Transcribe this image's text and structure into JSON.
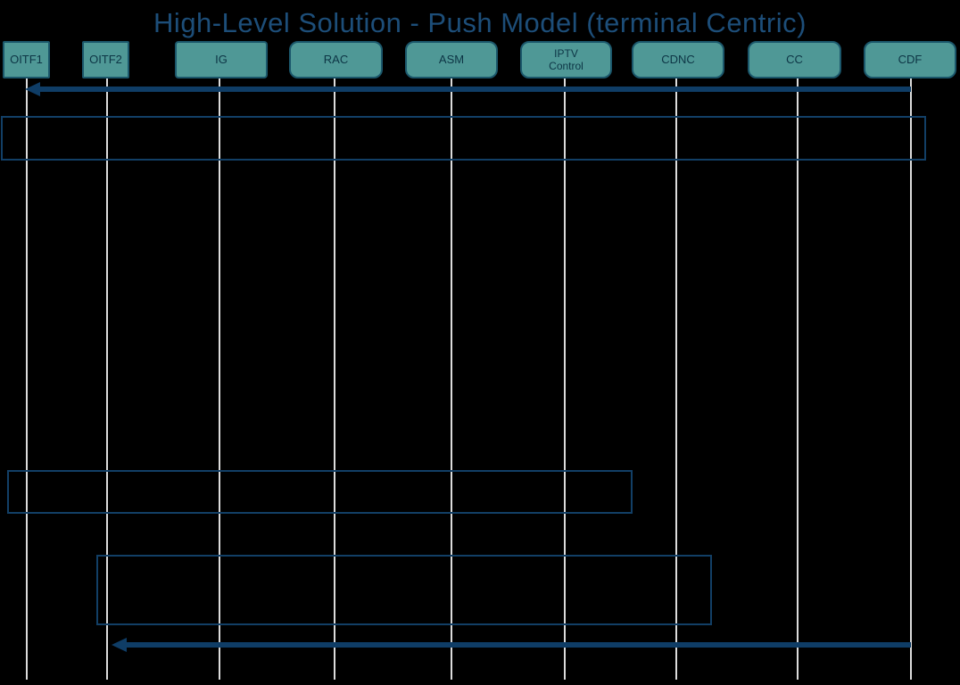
{
  "title": "High-Level Solution - Push Model (terminal Centric)",
  "actors": [
    {
      "label": "OITF1"
    },
    {
      "label": "OITF2"
    },
    {
      "label": "IG"
    },
    {
      "label": "RAC"
    },
    {
      "label": "ASM"
    },
    {
      "label": "IPTV",
      "label2": "Control"
    },
    {
      "label": "CDNC"
    },
    {
      "label": "CC"
    },
    {
      "label": "CDF"
    }
  ],
  "connections": [
    {
      "name": "message-arrow-cdf-to-oitf1",
      "from": "CDF",
      "to": "OITF1",
      "direction": "left"
    },
    {
      "name": "message-arrow-cdf-to-oitf2",
      "from": "CDF",
      "to": "OITF2",
      "direction": "left"
    }
  ],
  "frames": [
    {
      "name": "fragment-top-full-width",
      "spans": "OITF1 to CDF",
      "label": ""
    },
    {
      "name": "fragment-middle-left",
      "spans": "OITF1 to CDNC",
      "label": ""
    },
    {
      "name": "fragment-lower",
      "spans": "OITF2 to CC",
      "label": ""
    }
  ],
  "colors": {
    "bg": "#000000",
    "title": "#1d4e79",
    "actor_fill": "#4f9896",
    "actor_border": "#1b576b",
    "actor_text": "#0d3545",
    "lifeline": "#dcdcdc",
    "arrow": "#0f3d66",
    "frame_border": "#123f66"
  }
}
